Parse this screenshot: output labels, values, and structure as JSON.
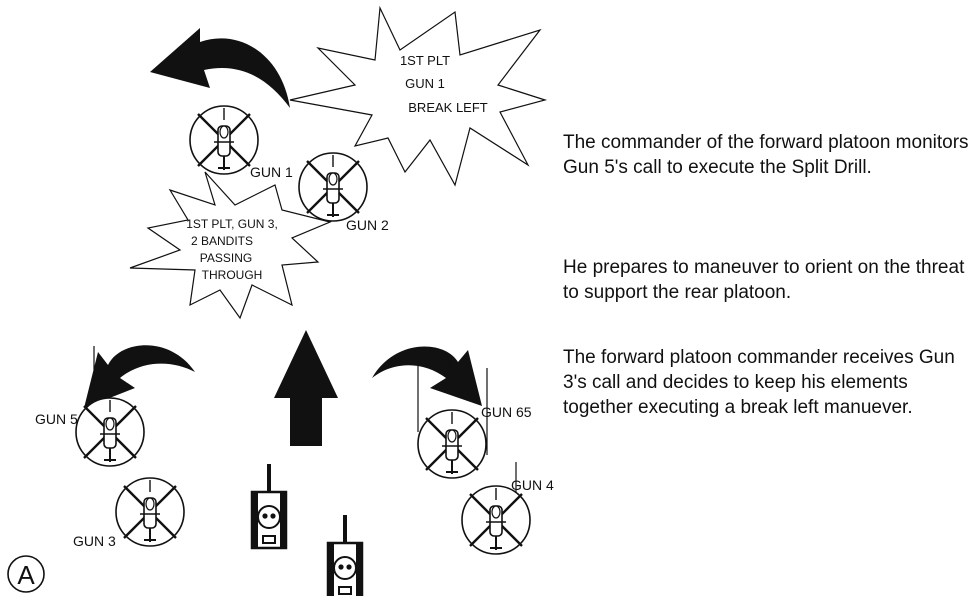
{
  "bursts": {
    "call_break_left": [
      "1ST PLT",
      "GUN 1",
      "BREAK LEFT"
    ],
    "call_bandits": [
      "1ST PLT, GUN 3,",
      "2 BANDITS",
      "PASSING",
      "THROUGH"
    ]
  },
  "labels": {
    "gun1": "GUN 1",
    "gun2": "GUN 2",
    "gun3": "GUN 3",
    "gun4": "GUN 4",
    "gun5": "GUN 5",
    "gun65": "GUN 65",
    "figure_letter": "A"
  },
  "caption": {
    "p1": "The commander of the forward platoon monitors Gun 5's call to execute the Split Drill.",
    "p2": "He prepares to maneuver to orient on the threat to support the rear platoon.",
    "p3": "The forward platoon commander receives Gun 3's call and decides to keep his elements together executing a break left manuever."
  },
  "icons": {
    "helicopter": "attack-helicopter-icon",
    "tank": "tank-icon",
    "arrow": "curved-arrow-icon"
  }
}
